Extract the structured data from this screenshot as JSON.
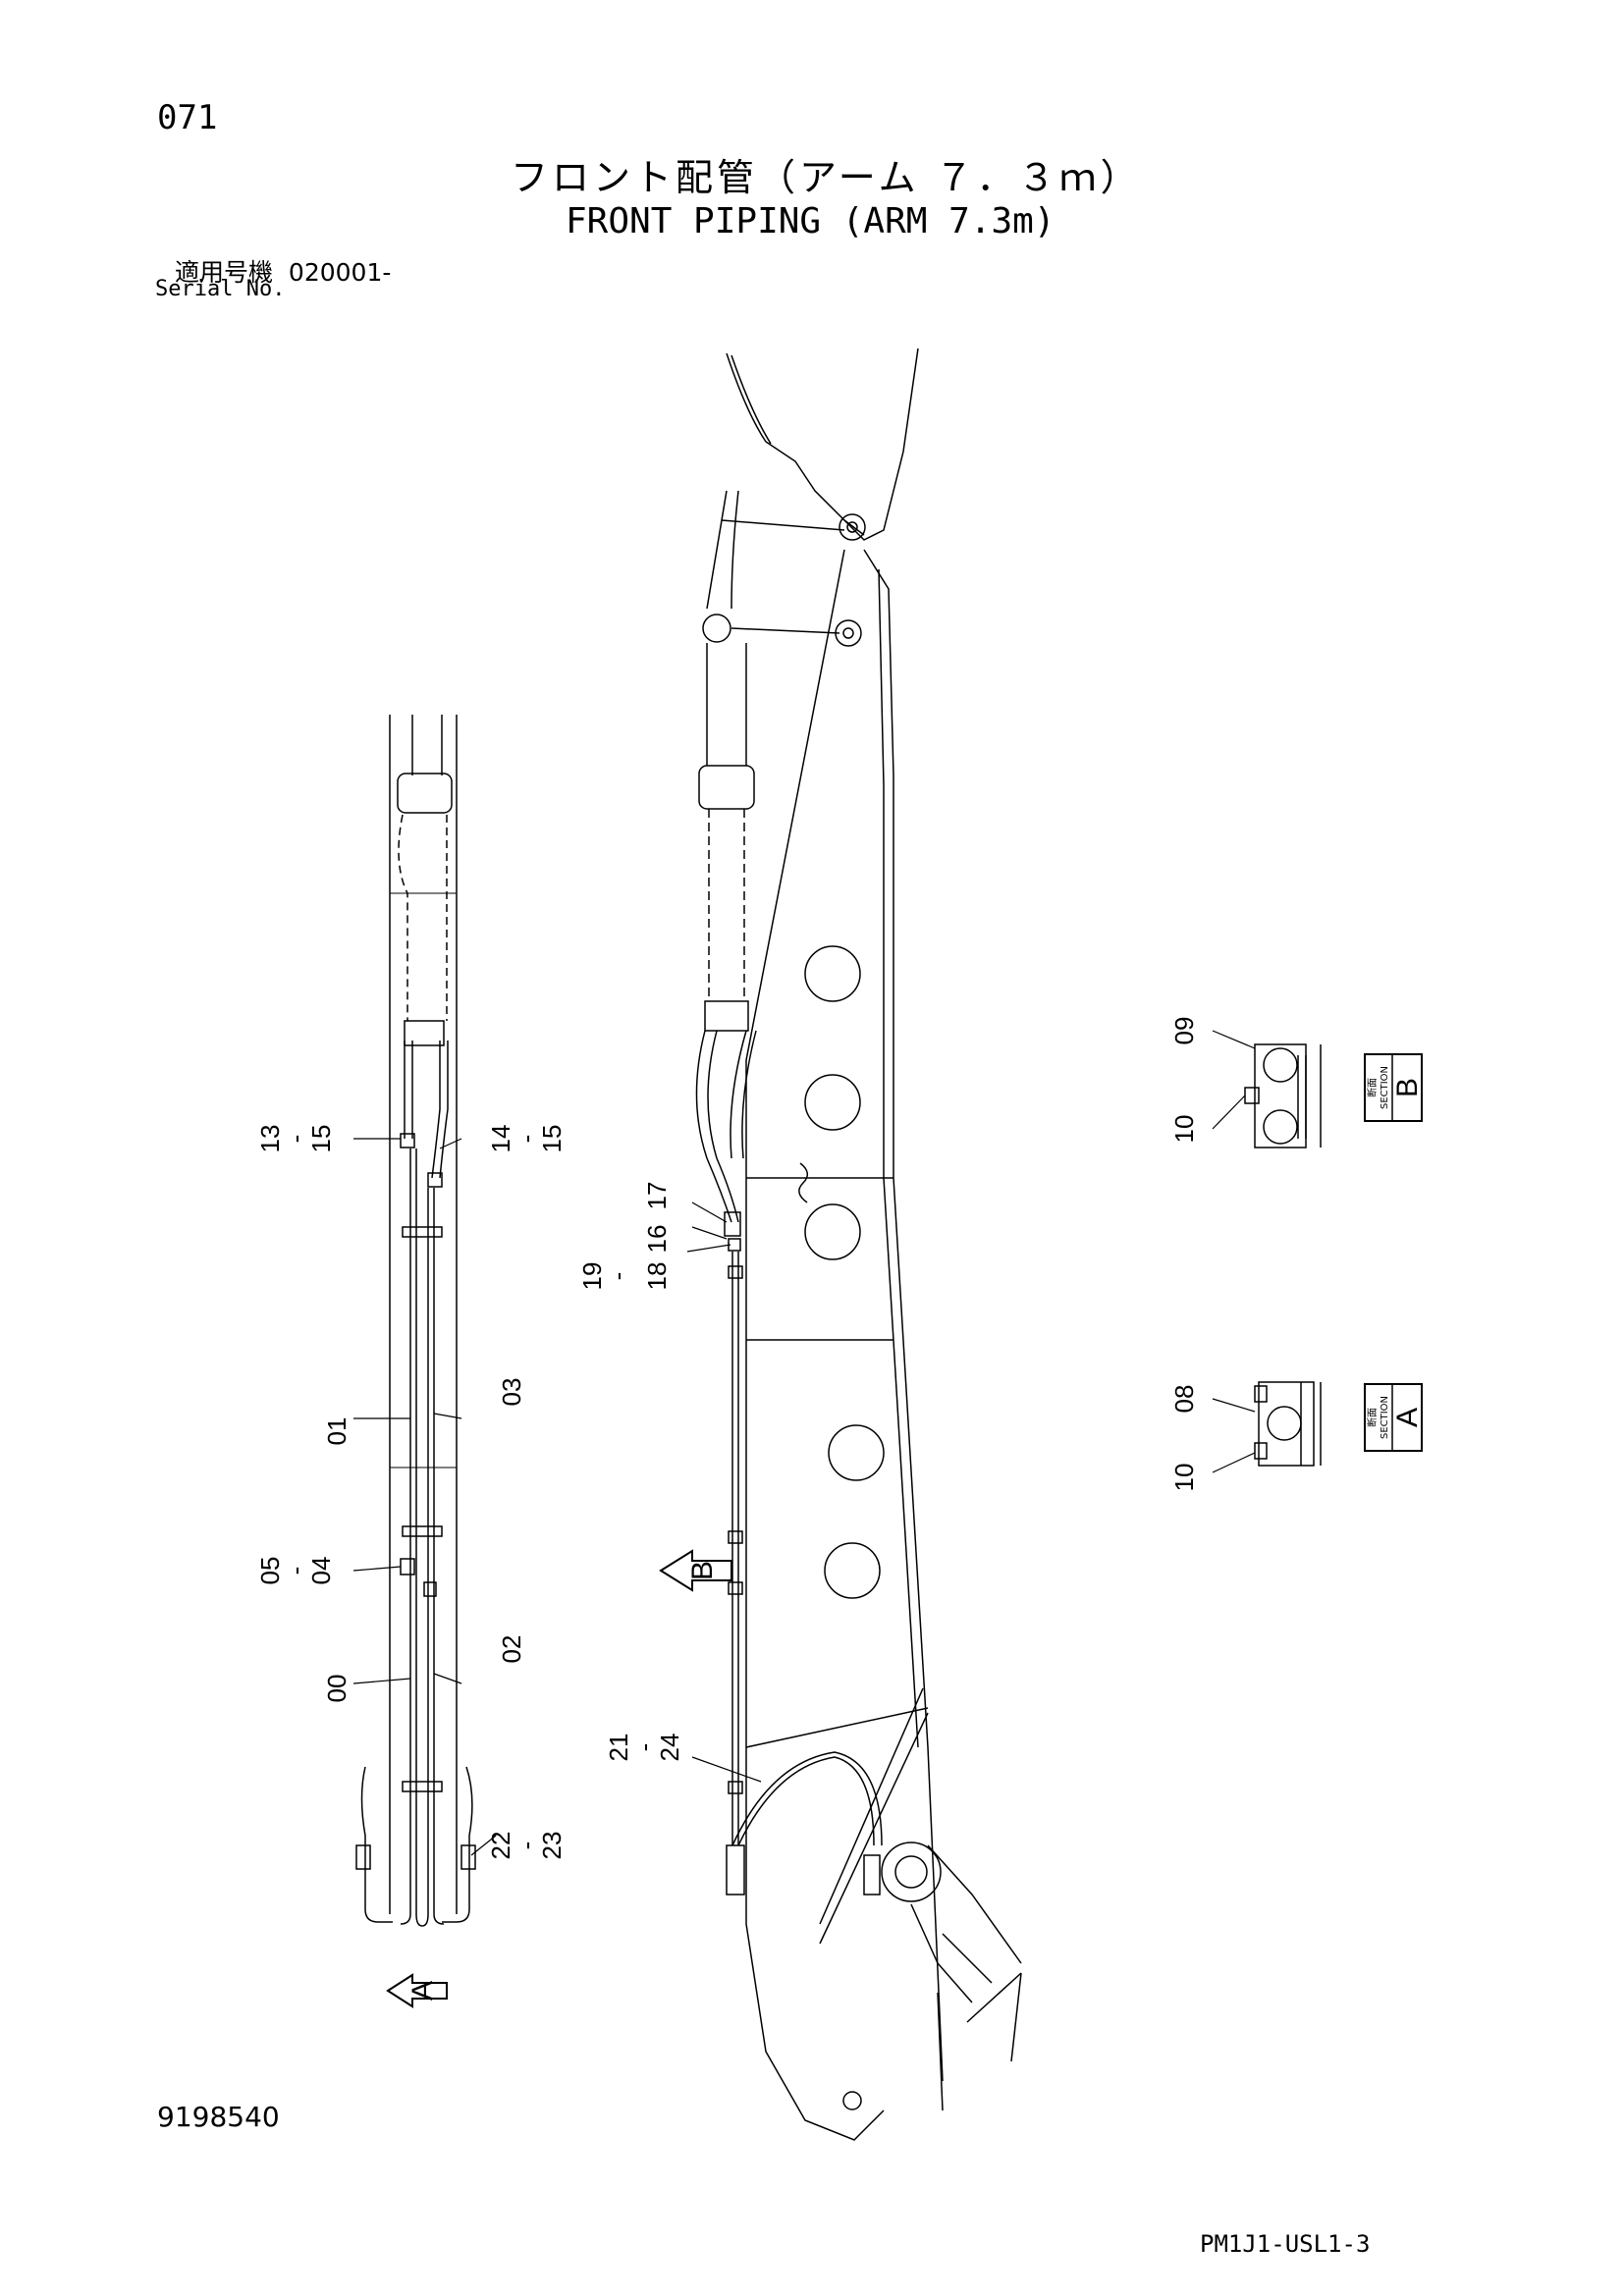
{
  "page_number": "071",
  "title_jp": "フロント配管（アーム ７．３ｍ）",
  "title_en": "FRONT PIPING (ARM 7.3m)",
  "serial_label_jp": "適用号機",
  "serial_value": "020001-",
  "serial_label_en": "Serial No.",
  "drawing_number": "9198540",
  "doc_code": "PM1J1-USL1-3",
  "callouts": {
    "c13_15": "13\n-\n15",
    "c14_15": "14\n-\n15",
    "c01": "01",
    "c03": "03",
    "c05_04": "05\n-\n04",
    "c00": "00",
    "c02": "02",
    "c22_23": "22\n-\n23",
    "c17": "17",
    "c16": "16",
    "c18": "18",
    "c19": "19\n-",
    "c21_24": "21\n-\n24",
    "c09": "09",
    "c10a": "10",
    "c08": "08",
    "c10b": "10"
  },
  "views": {
    "view_a": "A",
    "view_b": "B"
  },
  "sections": {
    "section_b_letter": "B",
    "section_a_letter": "A",
    "section_word": "SECTION",
    "section_jp": "断面"
  }
}
